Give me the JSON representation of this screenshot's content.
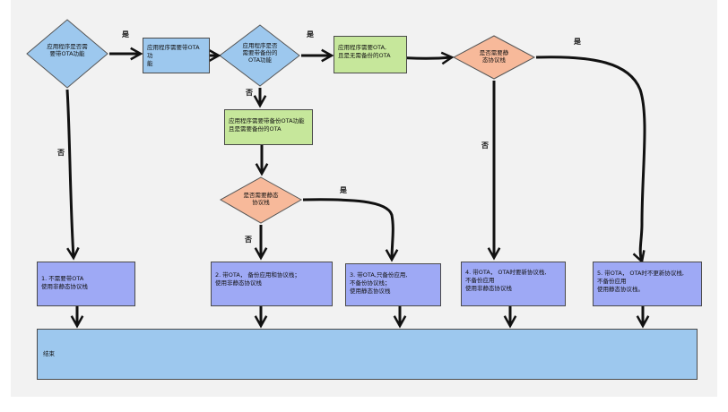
{
  "nodes": {
    "d1": "应用程序是否需\n要带OTA功能",
    "r1": "应用程序需要带OTA功\n能",
    "d2": "应用程序是否\n需要带备份的\nOTA功能",
    "g1": "应用程序需要OTA,\n且是无需备份的OTA",
    "d3": "是否需要静\n态协议栈",
    "g2": "应用程序需要带备份OTA功能\n且是需要备份的OTA",
    "d4": "是否需要静态\n协议栈",
    "o1": "1. 不需要带OTA\n使用非静态协议栈",
    "o2": "2. 带OTA，  备份应用和协议栈；\n使用非静态协议栈",
    "o3": "3. 带OTA,只备份应用,\n不备份协议栈；\n使用静态协议栈",
    "o4": "4. 带OTA，  OTA时要新协议栈,\n不备份应用\n使用非静态协议栈",
    "o5": "5. 带OTA，  OTA时不更新协议栈,\n不备份应用\n使用静态协议栈。",
    "end": "结束"
  },
  "edge_labels": {
    "yes_d1": "是",
    "yes_d2": "是",
    "yes_d3": "是",
    "yes_d4": "是",
    "no_d1": "否",
    "no_d2": "否",
    "no_d3": "否",
    "no_d4": "否"
  },
  "colors": {
    "decision_blue": "#9dc8ee",
    "decision_orange": "#f7b99a",
    "process_blue": "#9dc8ee",
    "process_green": "#c6e79b",
    "outcome_purple": "#9ea9f5",
    "line": "#111111"
  }
}
